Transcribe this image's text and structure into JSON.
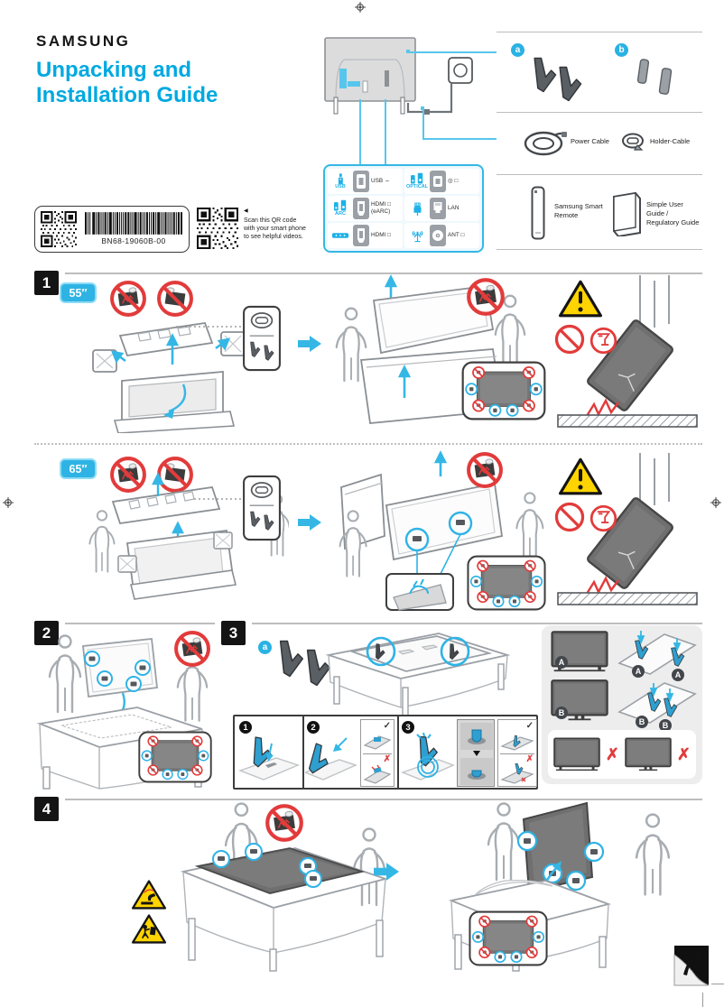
{
  "page": {
    "brand": "SAMSUNG",
    "title_line1": "Unpacking and",
    "title_line2": "Installation Guide"
  },
  "colors": {
    "accent_cyan": "#00a9e0",
    "callout_cyan": "#58c6ec",
    "warning_red": "#e23b3b",
    "warning_yellow": "#ffd400"
  },
  "ports_panel": {
    "cells": [
      {
        "device": "USB",
        "label": "USB ⇔"
      },
      {
        "device": "OPTICAL",
        "label": "◎ □"
      },
      {
        "device": "ARC",
        "label": "HDMI □",
        "label2": "(eARC)"
      },
      {
        "device": "",
        "label": "LAN"
      },
      {
        "device": "",
        "label": "HDMI □"
      },
      {
        "device": "",
        "label": "ANT □"
      }
    ]
  },
  "accessories": {
    "badge_a": "a",
    "badge_b": "b",
    "power_cable": "Power Cable",
    "holder_cable": "Holder-Cable",
    "remote": "Samsung Smart Remote",
    "guide": "Simple User Guide / Regulatory Guide"
  },
  "label_block": {
    "part_number": "BN68-19060B-00",
    "qr_pointer": "◀",
    "qr_note": "Scan this QR code with your smart phone to see helpful videos."
  },
  "sections": {
    "one": "1",
    "two": "2",
    "three": "3",
    "four": "4",
    "size_55": "55″",
    "size_65": "65″",
    "letter_a": "a",
    "step_1": "1",
    "step_2": "2",
    "step_3": "3",
    "variant_a": "A",
    "variant_b": "B",
    "check": "✓",
    "cross": "✗"
  }
}
